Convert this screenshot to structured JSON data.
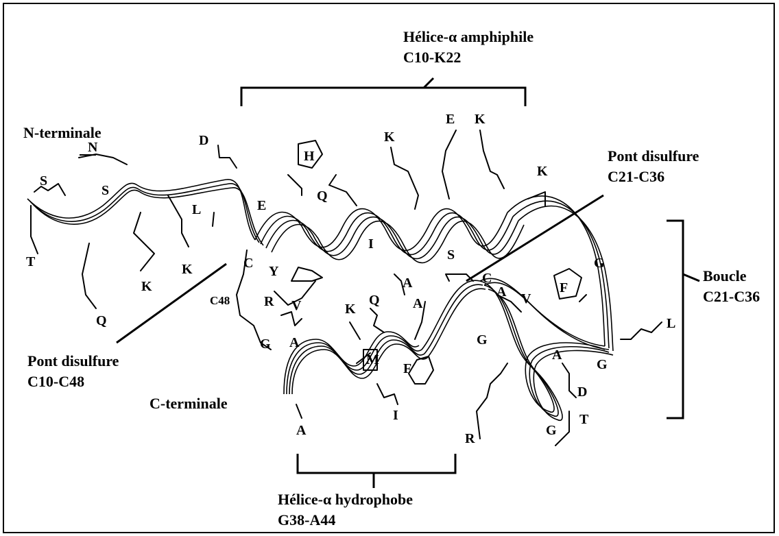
{
  "labels": {
    "helix_amph_title": "Hélice-α amphiphile",
    "helix_amph_range": "C10-K22",
    "n_terminal": "N-terminale",
    "c_terminal": "C-terminale",
    "ss_bridge_1_title": "Pont disulfure",
    "ss_bridge_1_range": "C21-C36",
    "ss_bridge_2_title": "Pont disulfure",
    "ss_bridge_2_range": "C10-C48",
    "loop_title": "Boucle",
    "loop_range": "C21-C36",
    "helix_hydro_title": "Hélice-α hydrophobe",
    "helix_hydro_range": "G38-A44"
  },
  "residues": {
    "n_top": "N",
    "s1": "S",
    "s2": "S",
    "t1": "T",
    "q1": "Q",
    "k1": "K",
    "k2": "K",
    "l1": "L",
    "d1": "D",
    "e1": "E",
    "c1": "C",
    "h1": "H",
    "q2": "Q",
    "k3": "K",
    "e2": "E",
    "k4": "K",
    "k5": "K",
    "i1": "I",
    "y1": "Y",
    "r1": "R",
    "v1": "V",
    "k6": "K",
    "q3": "Q",
    "a1": "A",
    "a2": "A",
    "s3": "S",
    "c2": "C",
    "a3": "A",
    "v2": "V",
    "f1": "F",
    "g1": "G",
    "c48": "C48",
    "g2": "G",
    "a4": "A",
    "m1": "M",
    "f2": "F",
    "i2": "I",
    "a5": "A",
    "g3": "G",
    "a6": "A",
    "d2": "D",
    "t2": "T",
    "g4": "G",
    "r2": "R",
    "l2": "L",
    "g5": "G"
  }
}
